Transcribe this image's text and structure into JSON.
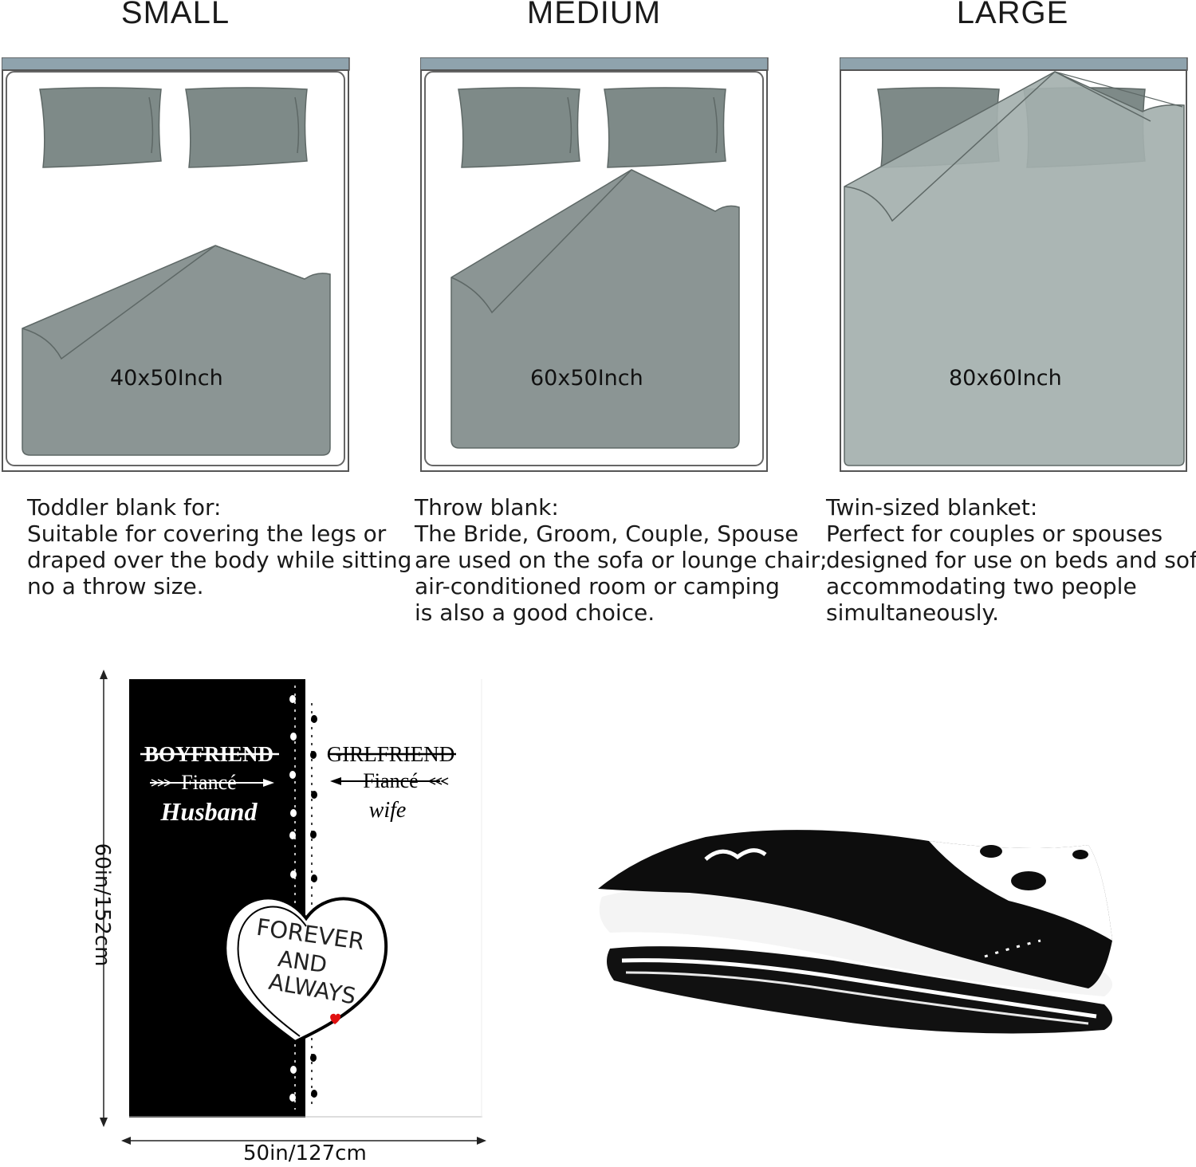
{
  "sizes": [
    {
      "title": "SMALL",
      "dimension": "40x50Inch",
      "desc_title": "Toddler blank for:",
      "desc_lines": [
        "Suitable for covering the legs or",
        "draped over the body while sitting",
        "no a throw size."
      ]
    },
    {
      "title": "MEDIUM",
      "dimension": "60x50Inch",
      "desc_title": "Throw blank:",
      "desc_lines": [
        "The Bride, Groom, Couple, Spouse",
        "are used on the sofa or lounge chair;",
        "air-conditioned room or camping",
        "is also a good choice."
      ]
    },
    {
      "title": "LARGE",
      "dimension": "80x60Inch",
      "desc_title": "Twin-sized blanket:",
      "desc_lines": [
        "Perfect for couples or spouses",
        "designed for use on beds and sofas",
        "accommodating two people",
        "simultaneously."
      ]
    }
  ],
  "blanket": {
    "left_lines": [
      "BOYFRIEND",
      "Fiancé",
      "Husband"
    ],
    "right_lines": [
      "GIRLFRIEND",
      "Fiancé",
      "wife"
    ],
    "heart_lines": [
      "FOREVER",
      "AND",
      "ALWAYS"
    ],
    "height_label": "60in/152cm",
    "width_label": "50in/127cm"
  },
  "colors": {
    "frame": "#8fa3ad",
    "pillow": "#7e8a88",
    "blanket_dark": "#8b9594",
    "blanket_light": "#a4b0ae",
    "black": "#000000"
  }
}
